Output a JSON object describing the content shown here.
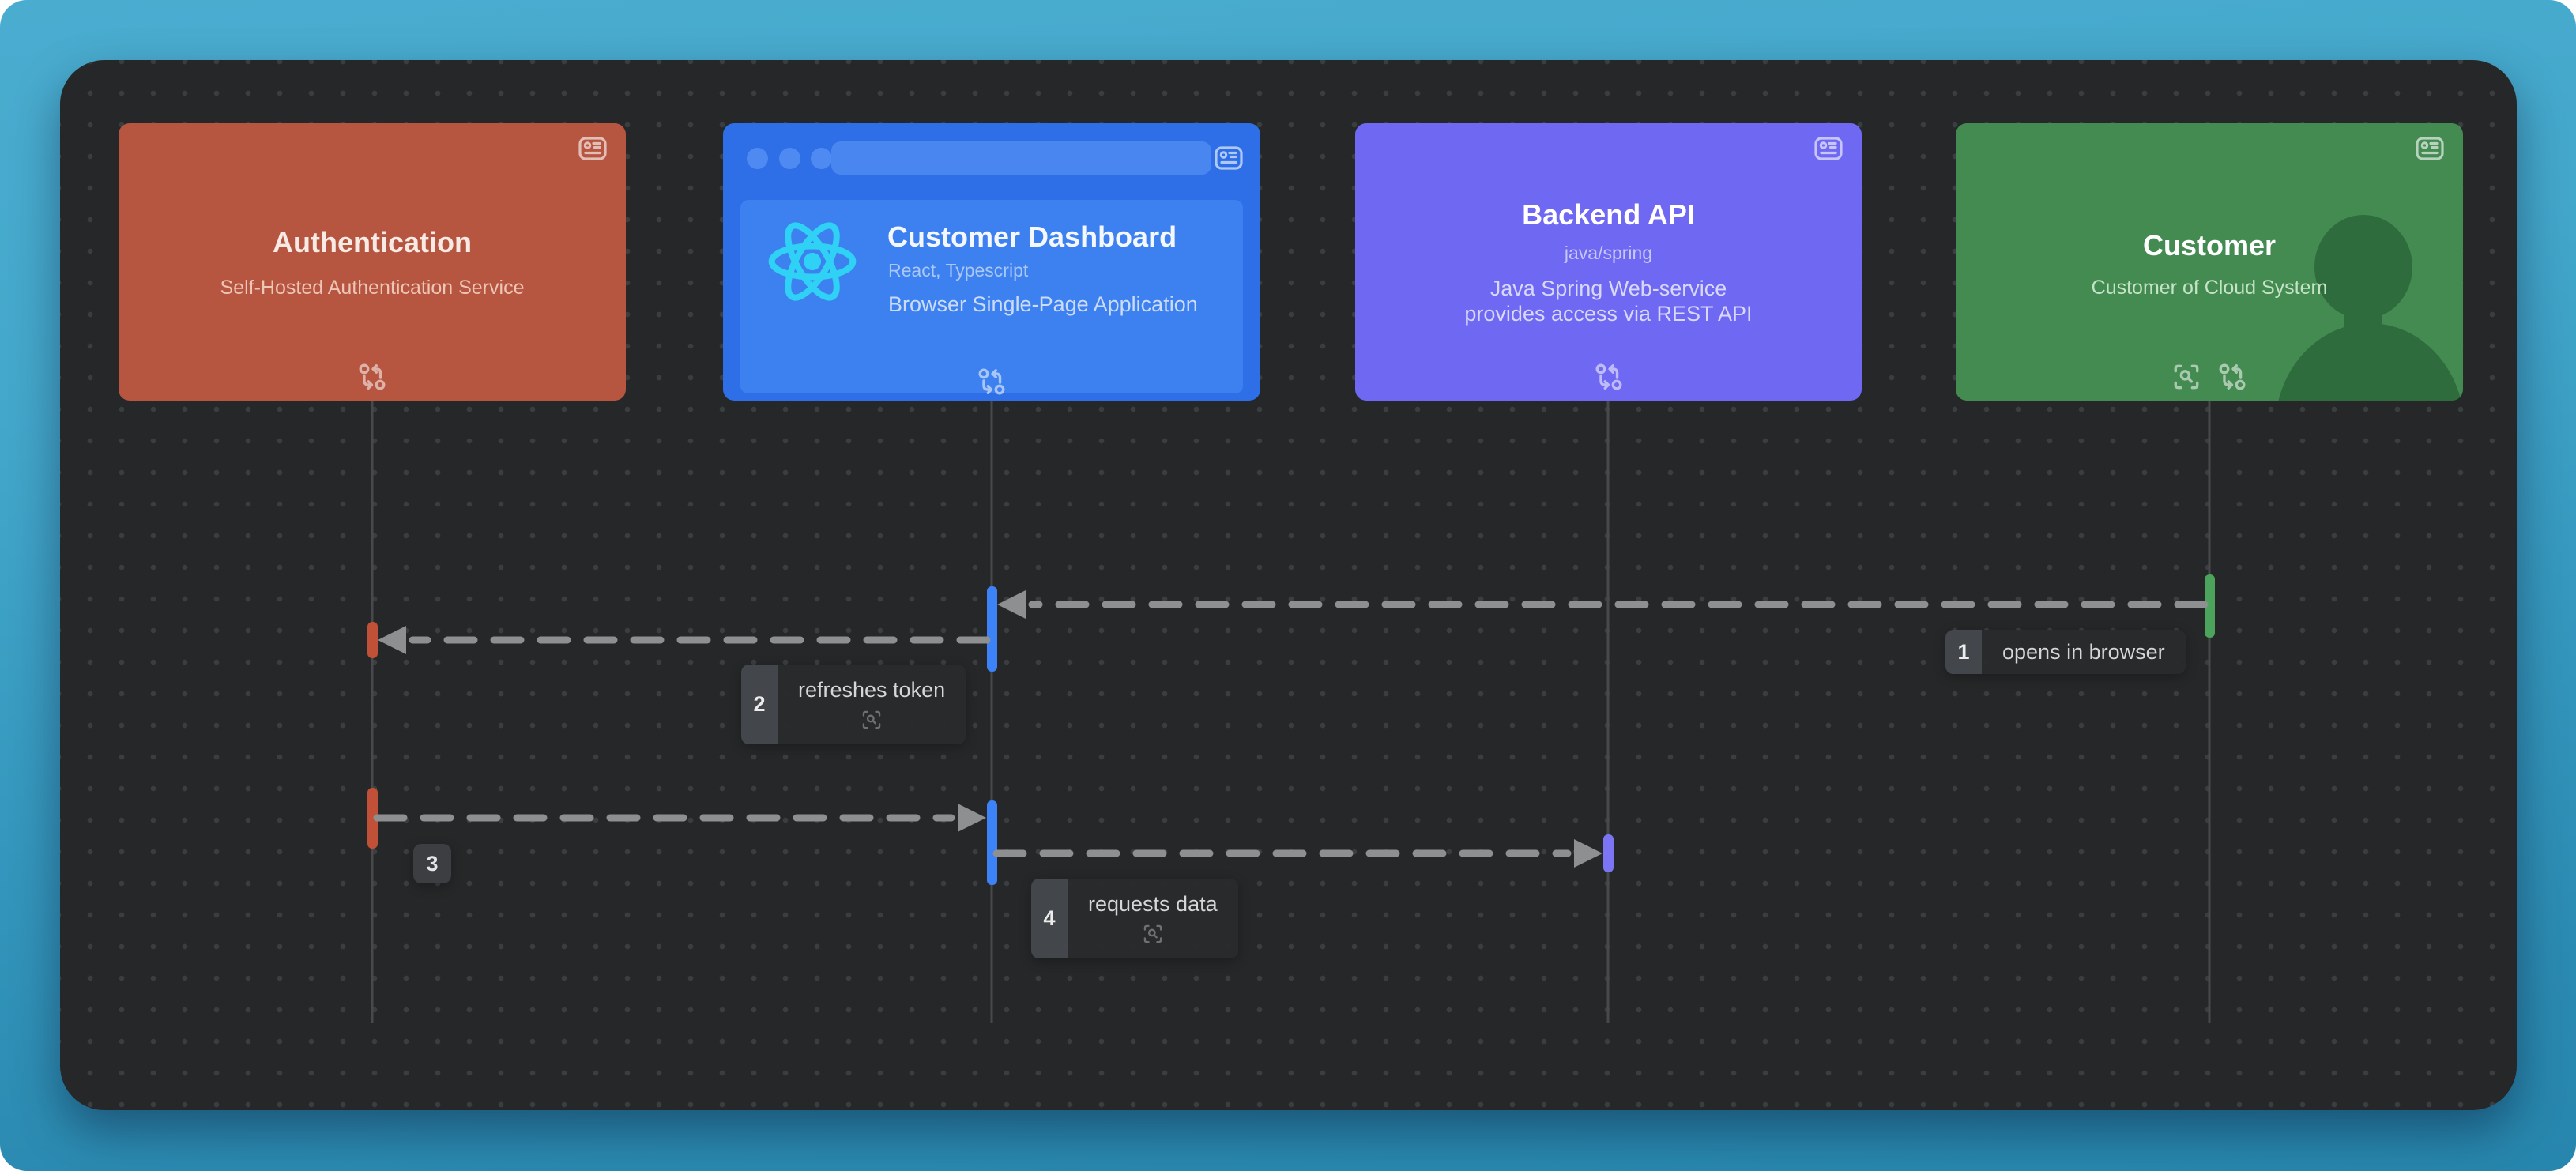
{
  "diagram": {
    "kind": "sequence-diagram",
    "colors": {
      "frame_gradient_top": "#4aadd0",
      "frame_gradient_bottom": "#2786ad",
      "canvas_bg": "#252728",
      "canvas_dot": "#3b3e40",
      "lifeline": "#47494c",
      "arrow": "#8d8f91",
      "label_bg": "#282a2c",
      "label_num_bg": "#43464a"
    }
  },
  "actors": [
    {
      "id": "authentication",
      "title": "Authentication",
      "subtitle": "Self-Hosted Authentication Service",
      "color": "#b65540",
      "activation_color": "#c05138"
    },
    {
      "id": "customer-dashboard",
      "title": "Customer Dashboard",
      "tech": "React, Typescript",
      "subtitle": "Browser Single-Page Application",
      "color": "#2e6ee6",
      "activation_color": "#3e82f7",
      "logo": "react-logo"
    },
    {
      "id": "backend-api",
      "title": "Backend API",
      "tech": "java/spring",
      "subtitle": "Java Spring Web-service\nprovides access via REST API",
      "color": "#6f68f2",
      "activation_color": "#7b74f3"
    },
    {
      "id": "customer",
      "title": "Customer",
      "subtitle": "Customer of Cloud System",
      "color": "#438b51",
      "activation_color": "#4ba35c",
      "figure": "person-silhouette"
    }
  ],
  "flows": [
    {
      "num": "1",
      "label": "opens in browser",
      "from": "customer",
      "to": "customer-dashboard"
    },
    {
      "num": "2",
      "label": "refreshes token",
      "from": "customer-dashboard",
      "to": "authentication"
    },
    {
      "num": "3",
      "label": "",
      "from": "authentication",
      "to": "customer-dashboard"
    },
    {
      "num": "4",
      "label": "requests data",
      "from": "customer-dashboard",
      "to": "backend-api"
    }
  ],
  "icons": {
    "corner": "id-card-icon",
    "footer": "flow-icon",
    "focus": "scan-icon"
  }
}
